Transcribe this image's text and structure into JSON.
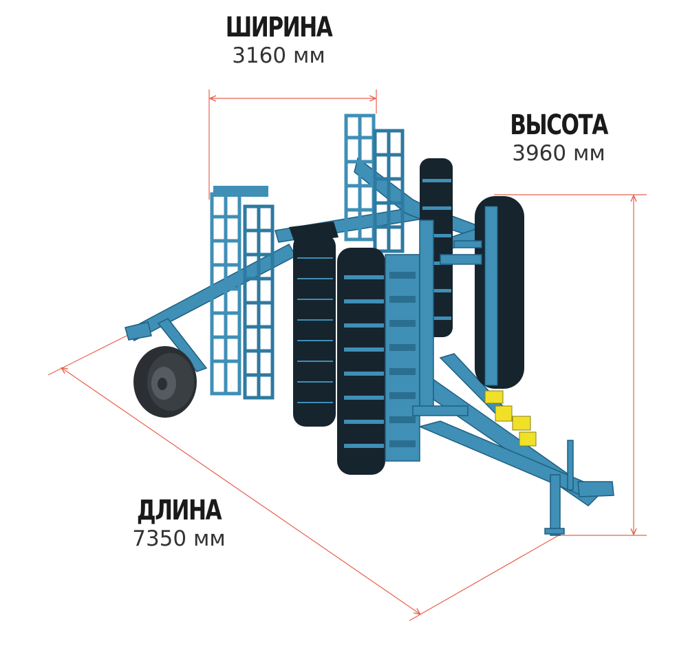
{
  "dimensions": {
    "width": {
      "title": "ШИРИНА",
      "value": "3160 мм"
    },
    "height": {
      "title": "ВЫСОТА",
      "value": "3960 мм"
    },
    "length": {
      "title": "ДЛИНА",
      "value": "7350 мм"
    }
  },
  "colors": {
    "machine_blue": "#3f8fb6",
    "machine_dark": "#1f5f80",
    "disc": "#16242e",
    "wheel": "#2b2f33",
    "accent_yellow": "#f0e028",
    "dimension_line": "#e8604c",
    "text": "#1a1a1a"
  }
}
